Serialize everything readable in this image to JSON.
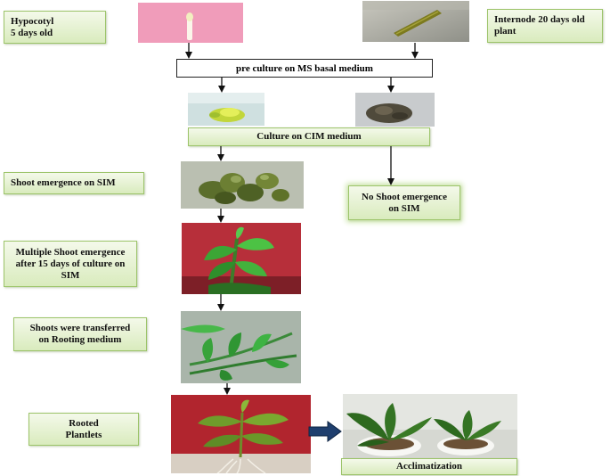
{
  "labels": {
    "hypocotyl": [
      "Hypocotyl",
      "5 days old"
    ],
    "internode": [
      "Internode  20 days old",
      "plant"
    ],
    "preculture": "pre culture on MS basal medium",
    "cim": "Culture on CIM medium",
    "shoot_emergence": "Shoot  emergence on SIM",
    "no_shoot": [
      "No Shoot  emergence",
      "on SIM"
    ],
    "multiple_shoot": [
      "Multiple Shoot  emergence",
      "after 15 days of culture on",
      "SIM"
    ],
    "transferred": [
      "Shoots were transferred",
      "on Rooting medium"
    ],
    "rooted": [
      "Rooted",
      "Plantlets"
    ],
    "acclimatization": "Acclimatization"
  },
  "colors": {
    "box_fill_top": "#f4f9ea",
    "box_fill_bottom": "#d9ebbd",
    "box_border": "#9cc46a",
    "arrow": "#111111",
    "block_arrow": "#1f3f6e"
  }
}
